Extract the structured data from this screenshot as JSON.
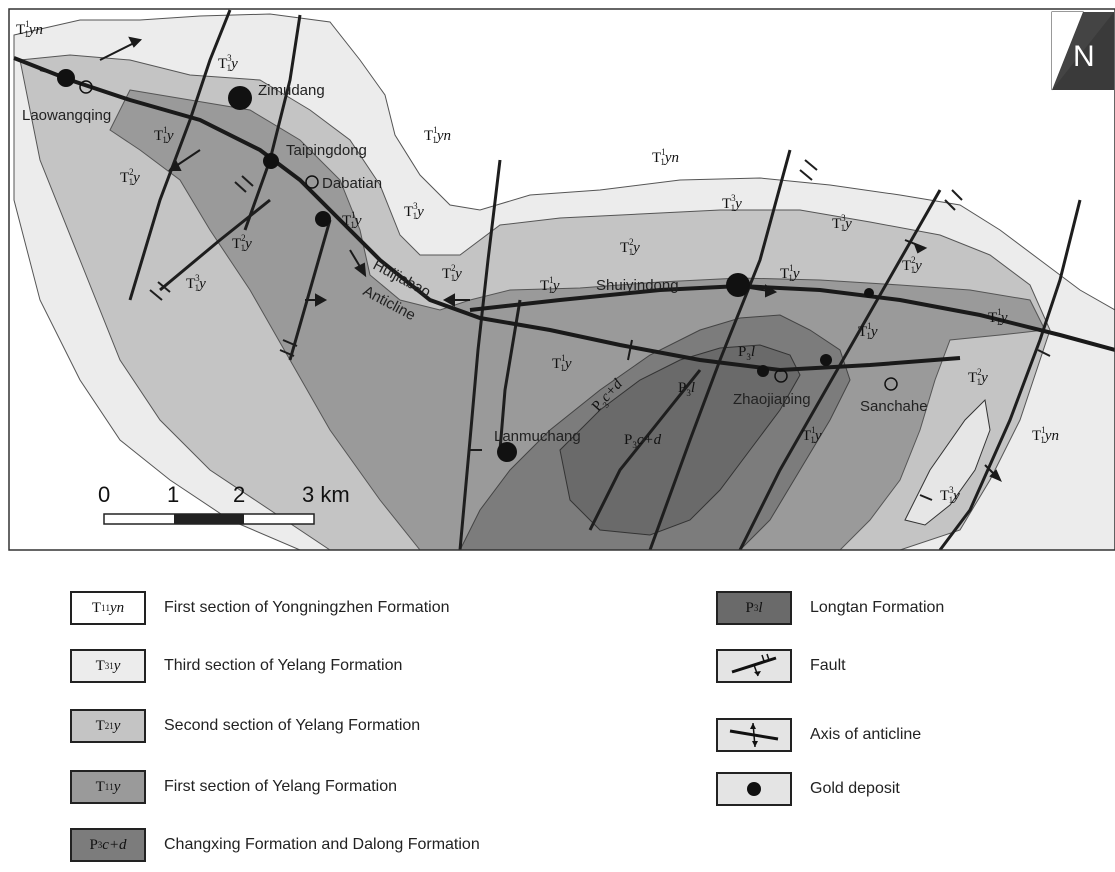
{
  "map": {
    "north_label": "N",
    "scale": {
      "ticks": [
        "0",
        "1",
        "2",
        "3 km"
      ]
    },
    "places": [
      {
        "name": "Laowangqing",
        "symbol": "gold-deposit"
      },
      {
        "name": "Zimudang",
        "symbol": "gold-deposit-large"
      },
      {
        "name": "Taipingdong",
        "symbol": "gold-deposit"
      },
      {
        "name": "Dabatian",
        "symbol": "gold-occurrence"
      },
      {
        "name": "Shuiyindong",
        "symbol": "gold-deposit-large"
      },
      {
        "name": "Zhaojiaping",
        "symbol": "gold-occurrence"
      },
      {
        "name": "Sanchahe",
        "symbol": "gold-occurrence"
      },
      {
        "name": "Lanmuchang",
        "symbol": "gold-deposit-large"
      }
    ],
    "structure_label": [
      "Huijiabao",
      "Anticline"
    ],
    "formation_labels": [
      "T1yn",
      "T1y3",
      "T1y2",
      "T1y1",
      "P3l",
      "P3c+d"
    ]
  },
  "legend": [
    {
      "code_letter": "T",
      "code_sub": "1",
      "code_sup": "1",
      "code_tail": "yn",
      "label": "First section of Yongningzhen Formation",
      "color": "#ffffff"
    },
    {
      "code_letter": "T",
      "code_sub": "1",
      "code_sup": "3",
      "code_tail": "y",
      "label": "Third section of Yelang Formation",
      "color": "#ececec"
    },
    {
      "code_letter": "T",
      "code_sub": "1",
      "code_sup": "2",
      "code_tail": "y",
      "label": "Second section of Yelang Formation",
      "color": "#c4c4c4"
    },
    {
      "code_letter": "T",
      "code_sub": "1",
      "code_sup": "1",
      "code_tail": "y",
      "label": "First section of Yelang Formation",
      "color": "#9a9a9a"
    },
    {
      "code_letter": "P",
      "code_sub": "3",
      "code_sup": "",
      "code_tail": "c+d",
      "label": "Changxing Formation and Dalong Formation",
      "color": "#7c7c7c"
    },
    {
      "code_letter": "P",
      "code_sub": "3",
      "code_sup": "",
      "code_tail": "l",
      "label": "Longtan Formation",
      "color": "#6a6a6a"
    },
    {
      "code_letter": "",
      "code_sub": "",
      "code_sup": "",
      "code_tail": "",
      "label": "Fault",
      "color": "#e4e4e4"
    },
    {
      "code_letter": "",
      "code_sub": "",
      "code_sup": "",
      "code_tail": "",
      "label": "Axis of anticline",
      "color": "#e4e4e4"
    },
    {
      "code_letter": "",
      "code_sub": "",
      "code_sup": "",
      "code_tail": "",
      "label": "Gold deposit",
      "color": "#e4e4e4"
    }
  ],
  "colors": {
    "yn": "#ffffff",
    "y3": "#ececec",
    "y2": "#c4c4c4",
    "y1": "#9a9a9a",
    "pcd": "#7c7c7c",
    "pl": "#6a6a6a",
    "line": "#1e1e1e"
  }
}
